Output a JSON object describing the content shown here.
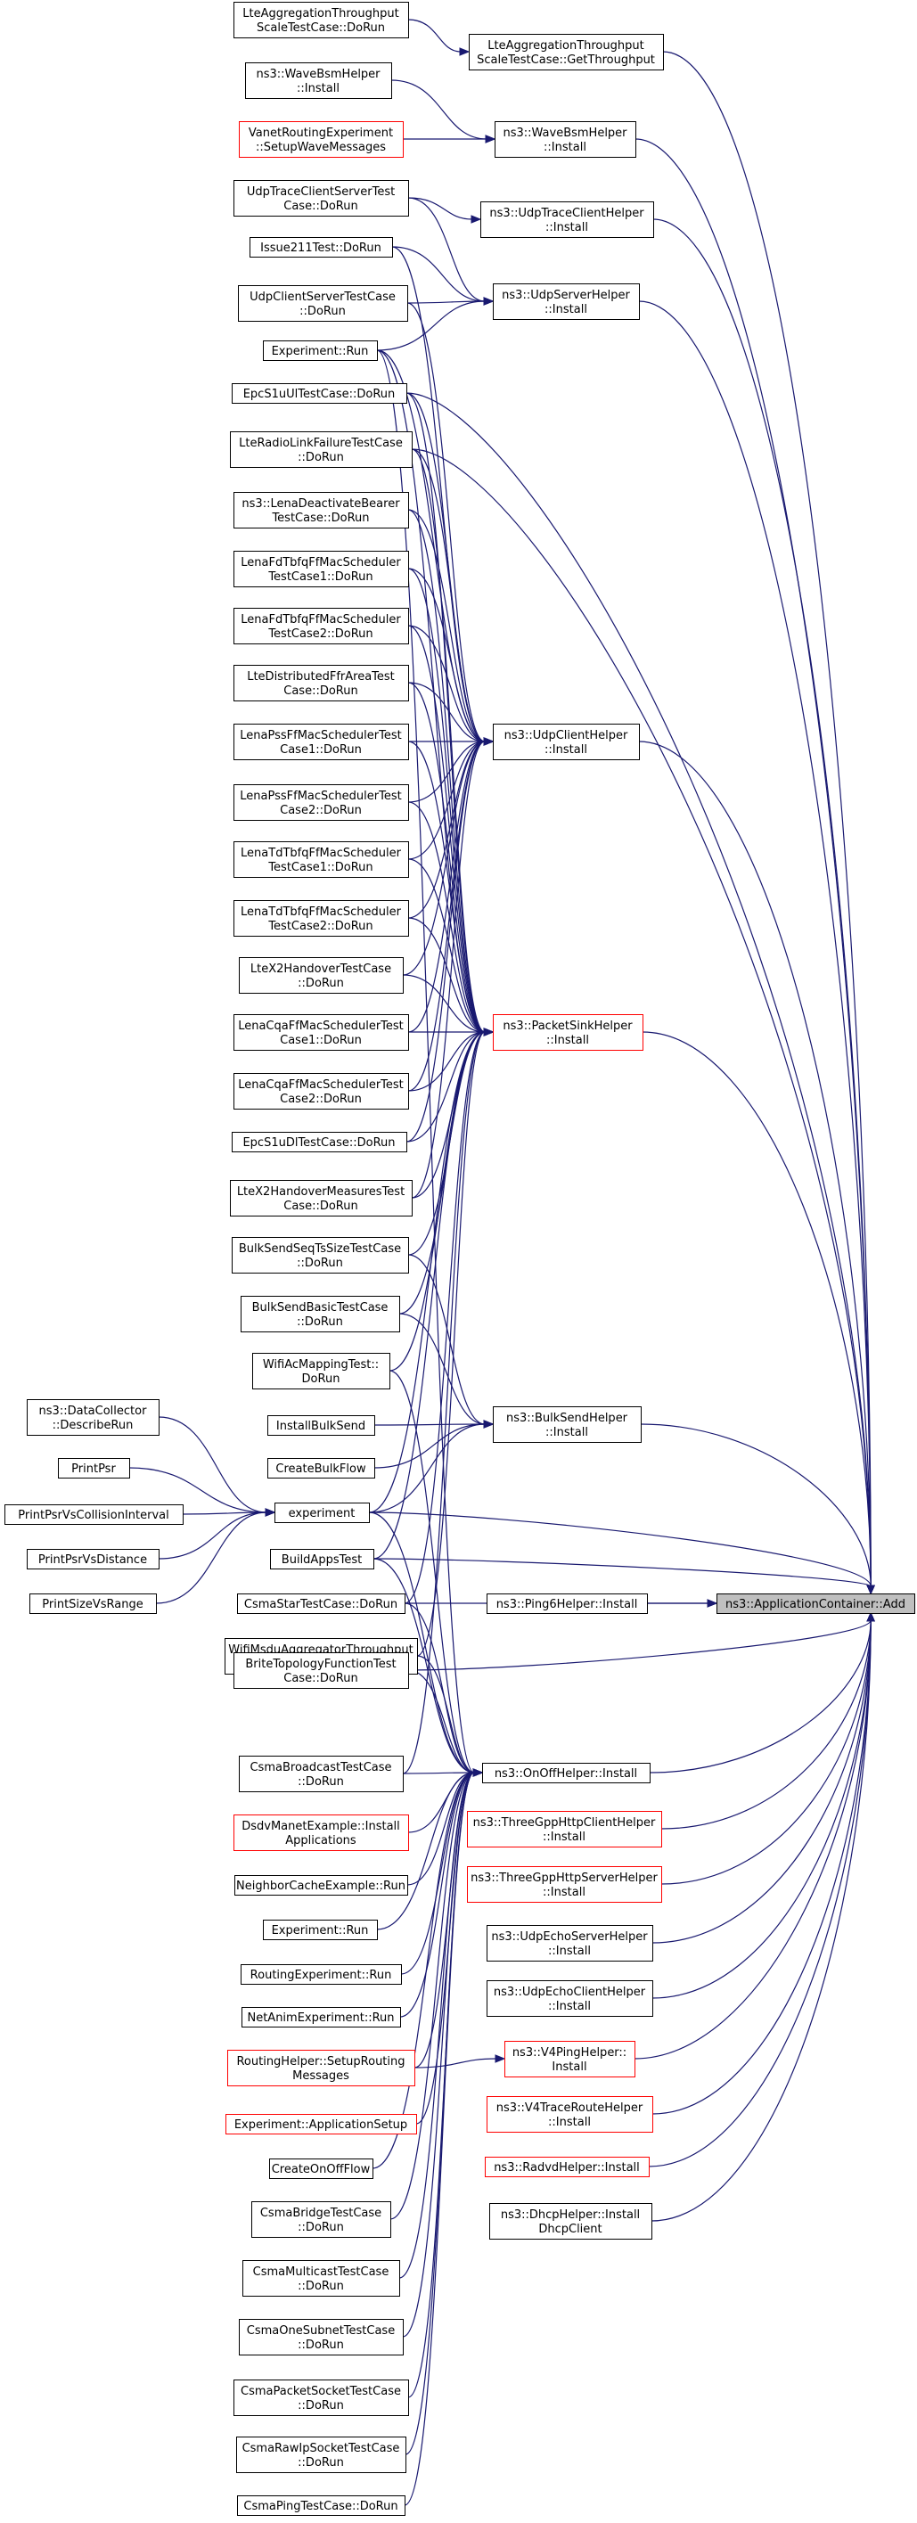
{
  "colors": {
    "edge": "#191970",
    "node_border": "#000000",
    "node_border_red": "#ff0000",
    "root_fill": "#bfbfbf"
  },
  "nodes": [
    {
      "id": "lteAggDoRun",
      "lines": [
        "LteAggregationThroughput",
        "ScaleTestCase::DoRun"
      ],
      "red": false
    },
    {
      "id": "lteAggGet",
      "lines": [
        "LteAggregationThroughput",
        "ScaleTestCase::GetThroughput"
      ],
      "red": false
    },
    {
      "id": "waveBsmInstall1",
      "lines": [
        "ns3::WaveBsmHelper",
        "::Install"
      ],
      "red": false
    },
    {
      "id": "vanetSetup",
      "lines": [
        "VanetRoutingExperiment",
        "::SetupWaveMessages"
      ],
      "red": true
    },
    {
      "id": "waveBsmInstall2",
      "lines": [
        "ns3::WaveBsmHelper",
        "::Install"
      ],
      "red": false
    },
    {
      "id": "udpTraceTest",
      "lines": [
        "UdpTraceClientServerTest",
        "Case::DoRun"
      ],
      "red": false
    },
    {
      "id": "udpTraceHelper",
      "lines": [
        "ns3::UdpTraceClientHelper",
        "::Install"
      ],
      "red": false
    },
    {
      "id": "issue211",
      "lines": [
        "Issue211Test::DoRun"
      ],
      "red": false
    },
    {
      "id": "udpClientServerTest",
      "lines": [
        "UdpClientServerTestCase",
        "::DoRun"
      ],
      "red": false
    },
    {
      "id": "udpServerHelper",
      "lines": [
        "ns3::UdpServerHelper",
        "::Install"
      ],
      "red": false
    },
    {
      "id": "experimentRun1",
      "lines": [
        "Experiment::Run"
      ],
      "red": false
    },
    {
      "id": "epcS1uUl",
      "lines": [
        "EpcS1uUlTestCase::DoRun"
      ],
      "red": false
    },
    {
      "id": "lteRadioLink",
      "lines": [
        "LteRadioLinkFailureTestCase",
        "::DoRun"
      ],
      "red": false
    },
    {
      "id": "lenaDeactivate",
      "lines": [
        "ns3::LenaDeactivateBearer",
        "TestCase::DoRun"
      ],
      "red": false
    },
    {
      "id": "lenaFdTbfq1",
      "lines": [
        "LenaFdTbfqFfMacScheduler",
        "TestCase1::DoRun"
      ],
      "red": false
    },
    {
      "id": "lenaFdTbfq2",
      "lines": [
        "LenaFdTbfqFfMacScheduler",
        "TestCase2::DoRun"
      ],
      "red": false
    },
    {
      "id": "lteDistFfr",
      "lines": [
        "LteDistributedFfrAreaTest",
        "Case::DoRun"
      ],
      "red": false
    },
    {
      "id": "lenaPss1",
      "lines": [
        "LenaPssFfMacSchedulerTest",
        "Case1::DoRun"
      ],
      "red": false
    },
    {
      "id": "udpClientHelper",
      "lines": [
        "ns3::UdpClientHelper",
        "::Install"
      ],
      "red": false
    },
    {
      "id": "lenaPss2",
      "lines": [
        "LenaPssFfMacSchedulerTest",
        "Case2::DoRun"
      ],
      "red": false
    },
    {
      "id": "lenaTdTbfq1",
      "lines": [
        "LenaTdTbfqFfMacScheduler",
        "TestCase1::DoRun"
      ],
      "red": false
    },
    {
      "id": "lenaTdTbfq2",
      "lines": [
        "LenaTdTbfqFfMacScheduler",
        "TestCase2::DoRun"
      ],
      "red": false
    },
    {
      "id": "lteX2Handover",
      "lines": [
        "LteX2HandoverTestCase",
        "::DoRun"
      ],
      "red": false
    },
    {
      "id": "lenaCqa1",
      "lines": [
        "LenaCqaFfMacSchedulerTest",
        "Case1::DoRun"
      ],
      "red": false
    },
    {
      "id": "packetSinkHelper",
      "lines": [
        "ns3::PacketSinkHelper",
        "::Install"
      ],
      "red": true
    },
    {
      "id": "lenaCqa2",
      "lines": [
        "LenaCqaFfMacSchedulerTest",
        "Case2::DoRun"
      ],
      "red": false
    },
    {
      "id": "epcS1uDl",
      "lines": [
        "EpcS1uDlTestCase::DoRun"
      ],
      "red": false
    },
    {
      "id": "lteX2HandoverMeas",
      "lines": [
        "LteX2HandoverMeasuresTest",
        "Case::DoRun"
      ],
      "red": false
    },
    {
      "id": "bulkSendSeq",
      "lines": [
        "BulkSendSeqTsSizeTestCase",
        "::DoRun"
      ],
      "red": false
    },
    {
      "id": "bulkSendBasic",
      "lines": [
        "BulkSendBasicTestCase",
        "::DoRun"
      ],
      "red": false
    },
    {
      "id": "wifiAcMapping",
      "lines": [
        "WifiAcMappingTest::",
        "DoRun"
      ],
      "red": false
    },
    {
      "id": "dataCollector",
      "lines": [
        "ns3::DataCollector",
        "::DescribeRun"
      ],
      "red": false
    },
    {
      "id": "installBulkSend",
      "lines": [
        "InstallBulkSend"
      ],
      "red": false
    },
    {
      "id": "bulkSendHelper",
      "lines": [
        "ns3::BulkSendHelper",
        "::Install"
      ],
      "red": false
    },
    {
      "id": "printPsr",
      "lines": [
        "PrintPsr"
      ],
      "red": false
    },
    {
      "id": "createBulkFlow",
      "lines": [
        "CreateBulkFlow"
      ],
      "red": false
    },
    {
      "id": "printPsrCollision",
      "lines": [
        "PrintPsrVsCollisionInterval"
      ],
      "red": false
    },
    {
      "id": "experiment",
      "lines": [
        "experiment"
      ],
      "red": false
    },
    {
      "id": "printPsrDistance",
      "lines": [
        "PrintPsrVsDistance"
      ],
      "red": false
    },
    {
      "id": "buildAppsTest",
      "lines": [
        "BuildAppsTest"
      ],
      "red": false
    },
    {
      "id": "printSizeRange",
      "lines": [
        "PrintSizeVsRange"
      ],
      "red": false
    },
    {
      "id": "csmaStar",
      "lines": [
        "CsmaStarTestCase::DoRun"
      ],
      "red": false
    },
    {
      "id": "ping6Helper",
      "lines": [
        "ns3::Ping6Helper::Install"
      ],
      "red": false
    },
    {
      "id": "appContainerAdd",
      "lines": [
        "ns3::ApplicationContainer::Add"
      ],
      "red": false,
      "root": true
    },
    {
      "id": "wifiMsdu",
      "lines": [
        "WifiMsduAggregatorThroughput",
        "Test::DoRun"
      ],
      "red": false
    },
    {
      "id": "briteTopology",
      "lines": [
        "BriteTopologyFunctionTest",
        "Case::DoRun"
      ],
      "red": false
    },
    {
      "id": "csmaBroadcast",
      "lines": [
        "CsmaBroadcastTestCase",
        "::DoRun"
      ],
      "red": false
    },
    {
      "id": "onOffHelper",
      "lines": [
        "ns3::OnOffHelper::Install"
      ],
      "red": false
    },
    {
      "id": "dsdvManet",
      "lines": [
        "DsdvManetExample::Install",
        "Applications"
      ],
      "red": true
    },
    {
      "id": "threeGppClient",
      "lines": [
        "ns3::ThreeGppHttpClientHelper",
        "::Install"
      ],
      "red": true
    },
    {
      "id": "neighborCache",
      "lines": [
        "NeighborCacheExample::Run"
      ],
      "red": false
    },
    {
      "id": "threeGppServer",
      "lines": [
        "ns3::ThreeGppHttpServerHelper",
        "::Install"
      ],
      "red": true
    },
    {
      "id": "experimentRun2",
      "lines": [
        "Experiment::Run"
      ],
      "red": false
    },
    {
      "id": "udpEchoServer",
      "lines": [
        "ns3::UdpEchoServerHelper",
        "::Install"
      ],
      "red": false
    },
    {
      "id": "routingExperiment",
      "lines": [
        "RoutingExperiment::Run"
      ],
      "red": false
    },
    {
      "id": "udpEchoClient",
      "lines": [
        "ns3::UdpEchoClientHelper",
        "::Install"
      ],
      "red": false
    },
    {
      "id": "netAnim",
      "lines": [
        "NetAnimExperiment::Run"
      ],
      "red": false
    },
    {
      "id": "routingHelperSetup",
      "lines": [
        "RoutingHelper::SetupRouting",
        "Messages"
      ],
      "red": true
    },
    {
      "id": "v4Ping",
      "lines": [
        "ns3::V4PingHelper::",
        "Install"
      ],
      "red": true
    },
    {
      "id": "experimentAppSetup",
      "lines": [
        "Experiment::ApplicationSetup"
      ],
      "red": true
    },
    {
      "id": "v4TraceRoute",
      "lines": [
        "ns3::V4TraceRouteHelper",
        "::Install"
      ],
      "red": true
    },
    {
      "id": "radvd",
      "lines": [
        "ns3::RadvdHelper::Install"
      ],
      "red": true
    },
    {
      "id": "createOnOff",
      "lines": [
        "CreateOnOffFlow"
      ],
      "red": false
    },
    {
      "id": "dhcpHelper",
      "lines": [
        "ns3::DhcpHelper::Install",
        "DhcpClient"
      ],
      "red": false
    },
    {
      "id": "csmaBridge",
      "lines": [
        "CsmaBridgeTestCase",
        "::DoRun"
      ],
      "red": false
    },
    {
      "id": "csmaMulticast",
      "lines": [
        "CsmaMulticastTestCase",
        "::DoRun"
      ],
      "red": false
    },
    {
      "id": "csmaOneSubnet",
      "lines": [
        "CsmaOneSubnetTestCase",
        "::DoRun"
      ],
      "red": false
    },
    {
      "id": "csmaPacketSocket",
      "lines": [
        "CsmaPacketSocketTestCase",
        "::DoRun"
      ],
      "red": false
    },
    {
      "id": "csmaRawIp",
      "lines": [
        "CsmaRawIpSocketTestCase",
        "::DoRun"
      ],
      "red": false
    },
    {
      "id": "csmaPing",
      "lines": [
        "CsmaPingTestCase::DoRun"
      ],
      "red": false
    }
  ],
  "edges": [
    [
      "lteAggDoRun",
      "lteAggGet"
    ],
    [
      "lteAggGet",
      "appContainerAdd"
    ],
    [
      "waveBsmInstall1",
      "waveBsmInstall2"
    ],
    [
      "vanetSetup",
      "waveBsmInstall2"
    ],
    [
      "waveBsmInstall2",
      "appContainerAdd"
    ],
    [
      "udpTraceTest",
      "udpTraceHelper"
    ],
    [
      "udpTraceTest",
      "udpServerHelper"
    ],
    [
      "udpTraceHelper",
      "appContainerAdd"
    ],
    [
      "issue211",
      "udpServerHelper"
    ],
    [
      "issue211",
      "udpClientHelper"
    ],
    [
      "udpClientServerTest",
      "udpServerHelper"
    ],
    [
      "udpClientServerTest",
      "udpClientHelper"
    ],
    [
      "experimentRun1",
      "udpServerHelper"
    ],
    [
      "experimentRun1",
      "udpClientHelper"
    ],
    [
      "experimentRun1",
      "packetSinkHelper"
    ],
    [
      "experimentRun1",
      "onOffHelper"
    ],
    [
      "udpServerHelper",
      "appContainerAdd"
    ],
    [
      "epcS1uUl",
      "appContainerAdd"
    ],
    [
      "epcS1uUl",
      "udpClientHelper"
    ],
    [
      "epcS1uUl",
      "packetSinkHelper"
    ],
    [
      "lteRadioLink",
      "appContainerAdd"
    ],
    [
      "lteRadioLink",
      "udpClientHelper"
    ],
    [
      "lteRadioLink",
      "packetSinkHelper"
    ],
    [
      "lenaDeactivate",
      "udpClientHelper"
    ],
    [
      "lenaDeactivate",
      "packetSinkHelper"
    ],
    [
      "lenaFdTbfq1",
      "udpClientHelper"
    ],
    [
      "lenaFdTbfq1",
      "packetSinkHelper"
    ],
    [
      "lenaFdTbfq2",
      "udpClientHelper"
    ],
    [
      "lenaFdTbfq2",
      "packetSinkHelper"
    ],
    [
      "lteDistFfr",
      "udpClientHelper"
    ],
    [
      "lteDistFfr",
      "packetSinkHelper"
    ],
    [
      "lenaPss1",
      "udpClientHelper"
    ],
    [
      "lenaPss1",
      "packetSinkHelper"
    ],
    [
      "lenaPss2",
      "udpClientHelper"
    ],
    [
      "lenaPss2",
      "packetSinkHelper"
    ],
    [
      "lenaTdTbfq1",
      "udpClientHelper"
    ],
    [
      "lenaTdTbfq1",
      "packetSinkHelper"
    ],
    [
      "lenaTdTbfq2",
      "udpClientHelper"
    ],
    [
      "lenaTdTbfq2",
      "packetSinkHelper"
    ],
    [
      "lteX2Handover",
      "udpClientHelper"
    ],
    [
      "lteX2Handover",
      "packetSinkHelper"
    ],
    [
      "lenaCqa1",
      "udpClientHelper"
    ],
    [
      "lenaCqa1",
      "packetSinkHelper"
    ],
    [
      "lenaCqa2",
      "udpClientHelper"
    ],
    [
      "lenaCqa2",
      "packetSinkHelper"
    ],
    [
      "epcS1uDl",
      "packetSinkHelper"
    ],
    [
      "epcS1uDl",
      "udpClientHelper"
    ],
    [
      "lteX2HandoverMeas",
      "packetSinkHelper"
    ],
    [
      "lteX2HandoverMeas",
      "udpClientHelper"
    ],
    [
      "bulkSendSeq",
      "packetSinkHelper"
    ],
    [
      "bulkSendSeq",
      "bulkSendHelper"
    ],
    [
      "bulkSendBasic",
      "packetSinkHelper"
    ],
    [
      "bulkSendBasic",
      "bulkSendHelper"
    ],
    [
      "wifiAcMapping",
      "packetSinkHelper"
    ],
    [
      "wifiAcMapping",
      "onOffHelper"
    ],
    [
      "udpClientHelper",
      "appContainerAdd"
    ],
    [
      "packetSinkHelper",
      "appContainerAdd"
    ],
    [
      "installBulkSend",
      "bulkSendHelper"
    ],
    [
      "createBulkFlow",
      "bulkSendHelper"
    ],
    [
      "bulkSendHelper",
      "appContainerAdd"
    ],
    [
      "dataCollector",
      "experiment"
    ],
    [
      "printPsr",
      "experiment"
    ],
    [
      "printPsrCollision",
      "experiment"
    ],
    [
      "printPsrDistance",
      "experiment"
    ],
    [
      "printSizeRange",
      "experiment"
    ],
    [
      "experiment",
      "bulkSendHelper"
    ],
    [
      "experiment",
      "appContainerAdd"
    ],
    [
      "experiment",
      "packetSinkHelper"
    ],
    [
      "experiment",
      "onOffHelper"
    ],
    [
      "buildAppsTest",
      "appContainerAdd"
    ],
    [
      "buildAppsTest",
      "packetSinkHelper"
    ],
    [
      "buildAppsTest",
      "onOffHelper"
    ],
    [
      "csmaStar",
      "appContainerAdd"
    ],
    [
      "csmaStar",
      "packetSinkHelper"
    ],
    [
      "csmaStar",
      "onOffHelper"
    ],
    [
      "ping6Helper",
      "appContainerAdd"
    ],
    [
      "wifiMsdu",
      "packetSinkHelper"
    ],
    [
      "wifiMsdu",
      "onOffHelper"
    ],
    [
      "briteTopology",
      "appContainerAdd"
    ],
    [
      "briteTopology",
      "onOffHelper"
    ],
    [
      "csmaBroadcast",
      "onOffHelper"
    ],
    [
      "csmaBroadcast",
      "packetSinkHelper"
    ],
    [
      "dsdvManet",
      "onOffHelper"
    ],
    [
      "neighborCache",
      "onOffHelper"
    ],
    [
      "experimentRun2",
      "onOffHelper"
    ],
    [
      "routingExperiment",
      "onOffHelper"
    ],
    [
      "netAnim",
      "onOffHelper"
    ],
    [
      "routingHelperSetup",
      "onOffHelper"
    ],
    [
      "experimentAppSetup",
      "onOffHelper"
    ],
    [
      "createOnOff",
      "onOffHelper"
    ],
    [
      "csmaBridge",
      "onOffHelper"
    ],
    [
      "csmaMulticast",
      "onOffHelper"
    ],
    [
      "csmaOneSubnet",
      "onOffHelper"
    ],
    [
      "csmaPacketSocket",
      "onOffHelper"
    ],
    [
      "csmaRawIp",
      "onOffHelper"
    ],
    [
      "csmaPing",
      "onOffHelper"
    ],
    [
      "onOffHelper",
      "appContainerAdd"
    ],
    [
      "threeGppClient",
      "appContainerAdd"
    ],
    [
      "threeGppServer",
      "appContainerAdd"
    ],
    [
      "udpEchoServer",
      "appContainerAdd"
    ],
    [
      "udpEchoClient",
      "appContainerAdd"
    ],
    [
      "v4Ping",
      "appContainerAdd"
    ],
    [
      "v4TraceRoute",
      "appContainerAdd"
    ],
    [
      "radvd",
      "appContainerAdd"
    ],
    [
      "dhcpHelper",
      "appContainerAdd"
    ],
    [
      "routingHelperSetup",
      "v4Ping"
    ]
  ]
}
